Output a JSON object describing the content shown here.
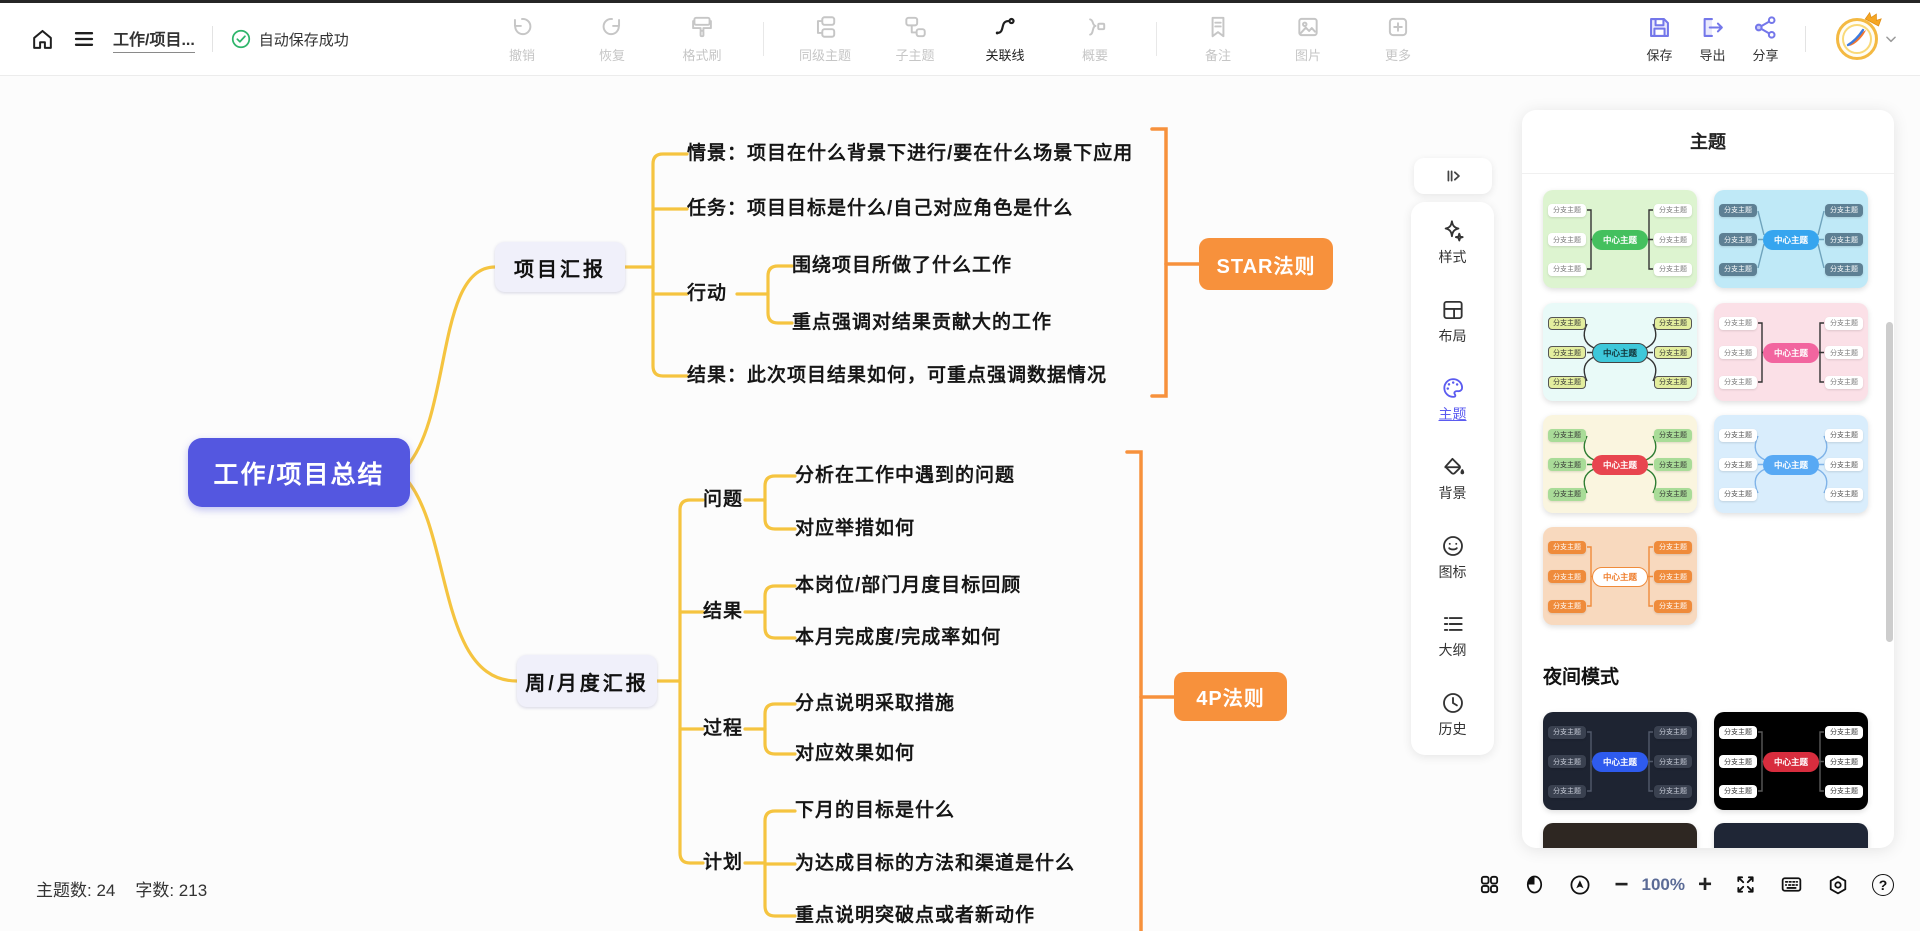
{
  "topbar": {
    "title": "工作/项目...",
    "autosave": "自动保存成功",
    "tools": [
      {
        "label": "撤销",
        "enabled": false
      },
      {
        "label": "恢复",
        "enabled": false
      },
      {
        "label": "格式刷",
        "enabled": false
      },
      {
        "label": "同级主题",
        "enabled": false
      },
      {
        "label": "子主题",
        "enabled": false
      },
      {
        "label": "关联线",
        "enabled": true
      },
      {
        "label": "概要",
        "enabled": false
      },
      {
        "label": "备注",
        "enabled": false
      },
      {
        "label": "图片",
        "enabled": false
      },
      {
        "label": "更多",
        "enabled": false
      }
    ],
    "actions": {
      "save": "保存",
      "export": "导出",
      "share": "分享"
    }
  },
  "map": {
    "center": "工作/项目总结",
    "branch1": {
      "label": "项目汇报",
      "children": [
        "情景：项目在什么背景下进行/要在什么场景下应用",
        "任务：项目目标是什么/自己对应角色是什么",
        "行动",
        "结果：此次项目结果如何，可重点强调数据情况"
      ],
      "action_children": [
        "围绕项目所做了什么工作",
        "重点强调对结果贡献大的工作"
      ],
      "summary": "STAR法则"
    },
    "branch2": {
      "label": "周/月度汇报",
      "children": [
        "问题",
        "结果",
        "过程",
        "计划"
      ],
      "problem_children": [
        "分析在工作中遇到的问题",
        "对应举措如何"
      ],
      "result_children": [
        "本岗位/部门月度目标回顾",
        "本月完成度/完成率如何"
      ],
      "process_children": [
        "分点说明采取措施",
        "对应效果如何"
      ],
      "plan_children": [
        "下月的目标是什么",
        "为达成目标的方法和渠道是什么",
        "重点说明突破点或者新动作"
      ],
      "summary": "4P法则"
    }
  },
  "sidebar": {
    "items": [
      {
        "label": "样式",
        "active": false
      },
      {
        "label": "布局",
        "active": false
      },
      {
        "label": "主题",
        "active": true
      },
      {
        "label": "背景",
        "active": false
      },
      {
        "label": "图标",
        "active": false
      },
      {
        "label": "大纲",
        "active": false
      },
      {
        "label": "历史",
        "active": false
      }
    ]
  },
  "panel": {
    "title": "主题",
    "night_title": "夜间模式",
    "center_label": "中心主题",
    "branch_label": "分支主题",
    "themes": [
      {
        "bg": "#DDF4D0",
        "center_bg": "#44C05E",
        "center_color": "#ffffff",
        "branch_bg": "#ffffff",
        "branch_color": "#777777",
        "line": "#333333",
        "style": "bracket"
      },
      {
        "bg": "#BFE9F7",
        "center_bg": "#36A5EF",
        "center_color": "#ffffff",
        "branch_bg": "#5E8094",
        "branch_color": "#ffffff",
        "line": "#6FA3BC",
        "style": "diagonal"
      },
      {
        "bg": "#E9FAF8",
        "center_bg": "#3EC8DA",
        "center_color": "#123338",
        "branch_bg": "#E3EE9E",
        "branch_color": "#333333",
        "line": "#333333",
        "style": "curve",
        "center_border": "#444444",
        "branch_border": "#555555"
      },
      {
        "bg": "#FBE0E7",
        "center_bg": "#F2659F",
        "center_color": "#ffffff",
        "branch_bg": "#ffffff",
        "branch_color": "#777777",
        "line": "#333333",
        "style": "bracket"
      },
      {
        "bg": "#FAF5DF",
        "center_bg": "#E8454F",
        "center_color": "#ffffff",
        "branch_bg": "#A9DC98",
        "branch_color": "#333333",
        "line": "#2E7D32",
        "style": "curve"
      },
      {
        "bg": "#D9EDFC",
        "center_bg": "#58A9F4",
        "center_color": "#ffffff",
        "branch_bg": "#ffffff",
        "branch_color": "#555555",
        "line": "#7FB3E8",
        "style": "curve"
      },
      {
        "bg": "#F8D9BE",
        "center_bg": "#ffffff",
        "center_color": "#EF7F2E",
        "branch_bg": "#EF8B3B",
        "branch_color": "#ffffff",
        "line": "#EF8B3B",
        "style": "bracket",
        "center_border": "#EF8B3B"
      },
      {
        "bg": "#1E2432",
        "center_bg": "#2E5BEE",
        "center_color": "#ffffff",
        "branch_bg": "#3A4150",
        "branch_color": "#C9CEDA",
        "line": "#525A6B",
        "style": "bracket"
      },
      {
        "bg": "#000000",
        "center_bg": "#D82D3E",
        "center_color": "#ffffff",
        "branch_bg": "#ffffff",
        "branch_color": "#333333",
        "line": "#5a5a5a",
        "style": "bracket"
      }
    ],
    "partial_themes": [
      {
        "bg": "#2E2722"
      },
      {
        "bg": "#1F2636"
      }
    ]
  },
  "statusbar": {
    "topics": "主题数: 24",
    "words": "字数: 213"
  },
  "controls": {
    "zoom": "100%",
    "help": "?"
  },
  "colors": {
    "map_line_yellow": "#F5C440",
    "map_summary_orange": "#F7913C",
    "center_node_bg": "#5457E0",
    "branch_box_bg": "#F0F0FA",
    "active_tab_purple": "#5B5BF0",
    "autosave_green": "#2FB56B",
    "action_icon_purple": "#7477EA"
  }
}
